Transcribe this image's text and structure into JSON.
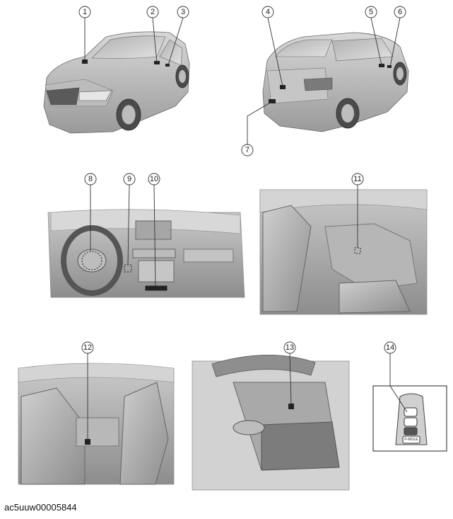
{
  "figure": {
    "reference_code": "ac5uuw00005844",
    "callouts": [
      "1",
      "2",
      "3",
      "4",
      "5",
      "6",
      "7",
      "8",
      "9",
      "10",
      "11",
      "12",
      "13",
      "14"
    ],
    "key_fob_button_label": "P-MOLE"
  }
}
